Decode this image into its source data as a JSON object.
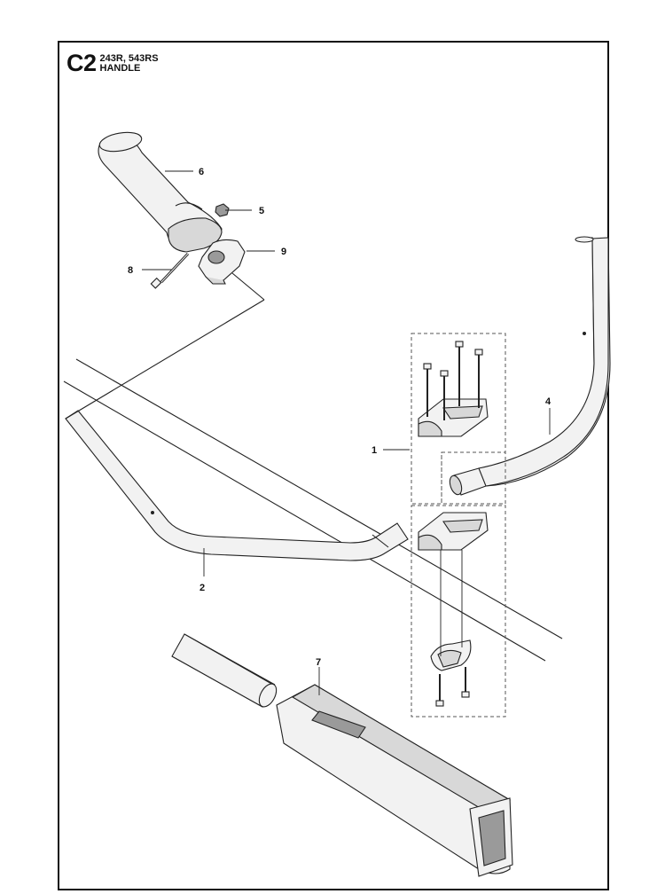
{
  "header": {
    "section_code": "C2",
    "models": "243R, 543RS",
    "title": "HANDLE"
  },
  "callouts": [
    {
      "id": "1",
      "label": "1"
    },
    {
      "id": "2",
      "label": "2"
    },
    {
      "id": "4",
      "label": "4"
    },
    {
      "id": "5",
      "label": "5"
    },
    {
      "id": "6",
      "label": "6"
    },
    {
      "id": "7",
      "label": "7"
    },
    {
      "id": "8",
      "label": "8"
    },
    {
      "id": "9",
      "label": "9"
    }
  ]
}
